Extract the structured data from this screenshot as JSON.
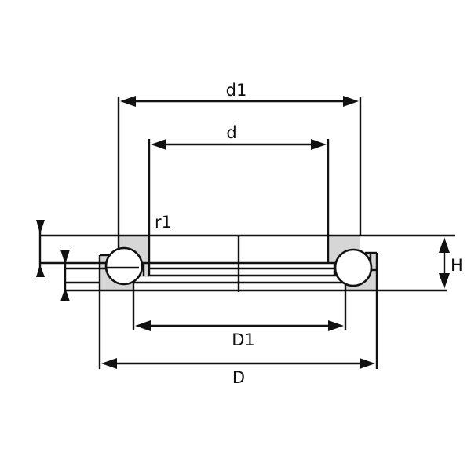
{
  "diagram": {
    "type": "thrust ball bearing dimension drawing",
    "colors": {
      "line": "#111111",
      "washer_fill": "#d6d6d6",
      "background": "#ffffff"
    },
    "labels": {
      "d1": "d1",
      "d": "d",
      "r1": "r1",
      "H": "H",
      "D1": "D1",
      "D": "D"
    }
  }
}
